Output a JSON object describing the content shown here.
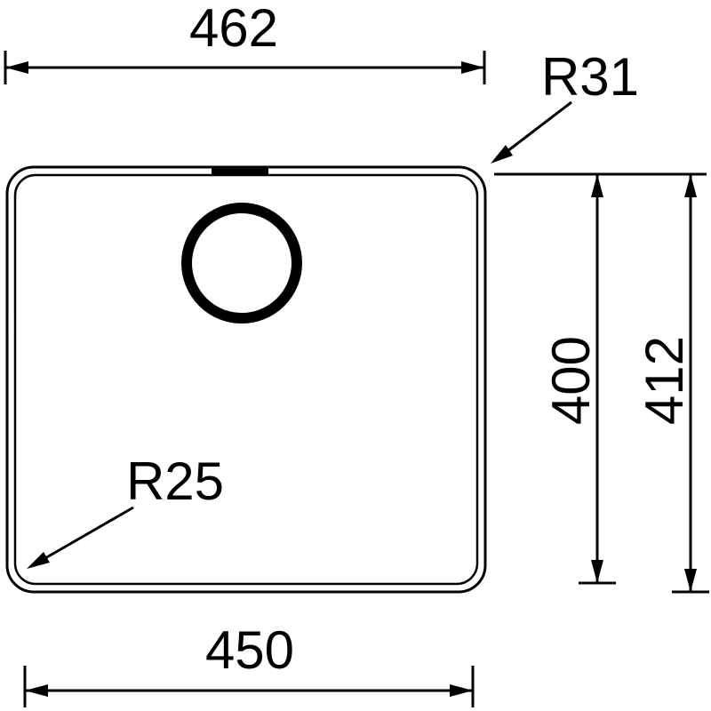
{
  "drawing": {
    "description": "Technical top-view dimension drawing of a rectangular sink bowl with round drain hole",
    "labels": {
      "width_top": "462",
      "width_bottom": "450",
      "height_inner": "400",
      "height_outer": "412",
      "radius_top_right": "R31",
      "radius_bottom_left": "R25"
    },
    "colors": {
      "line": "#000000",
      "background": "#ffffff"
    }
  }
}
